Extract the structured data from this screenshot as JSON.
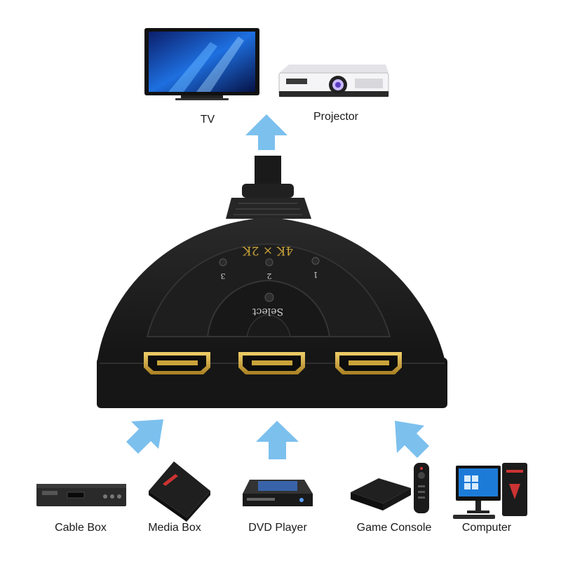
{
  "outputs": {
    "tv_label": "TV",
    "projector_label": "Projector"
  },
  "switch": {
    "resolution_label": "4K × 2K",
    "select_label": "Select",
    "port_numbers": [
      "3",
      "2",
      "1"
    ]
  },
  "inputs": {
    "cable_box_label": "Cable Box",
    "media_box_label": "Media  Box",
    "dvd_player_label": "DVD Player",
    "game_console_label": "Game Console",
    "computer_label": "Computer"
  },
  "colors": {
    "arrow": "#7cc0ee",
    "switch_body": "#1c1c1c",
    "port_gold": "#c9a23a"
  }
}
